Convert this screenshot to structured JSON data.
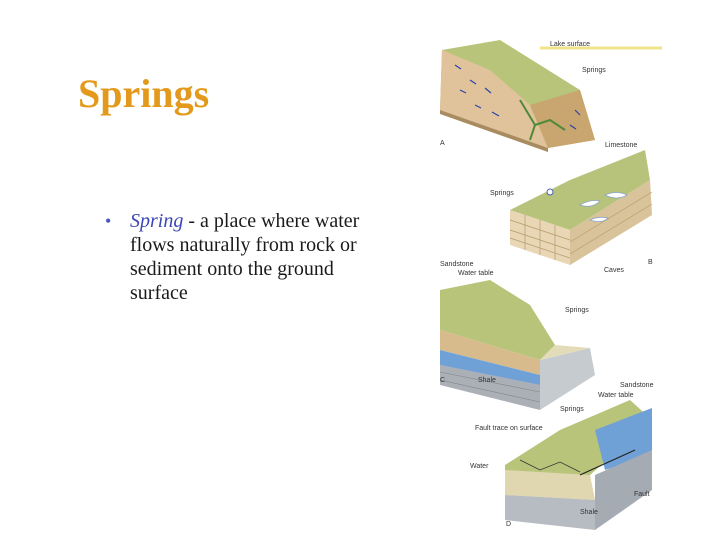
{
  "slide": {
    "title": "Springs",
    "bullet": {
      "term": "Spring",
      "definition": " - a place where water flows naturally from rock or sediment onto the ground surface"
    }
  },
  "figure": {
    "labels": {
      "a_lake_surface": "Lake surface",
      "a_springs": "Springs",
      "a_letter": "A",
      "b_limestone": "Limestone",
      "b_springs": "Springs",
      "b_caves": "Caves",
      "b_letter": "B",
      "c_sandstone": "Sandstone",
      "c_water_table": "Water table",
      "c_springs": "Springs",
      "c_shale": "Shale",
      "c_letter": "C",
      "d_sandstone": "Sandstone",
      "d_water_table": "Water table",
      "d_springs": "Springs",
      "d_fault_trace": "Fault trace on surface",
      "d_water": "Water",
      "d_fault": "Fault",
      "d_shale": "Shale",
      "d_letter": "D"
    }
  }
}
